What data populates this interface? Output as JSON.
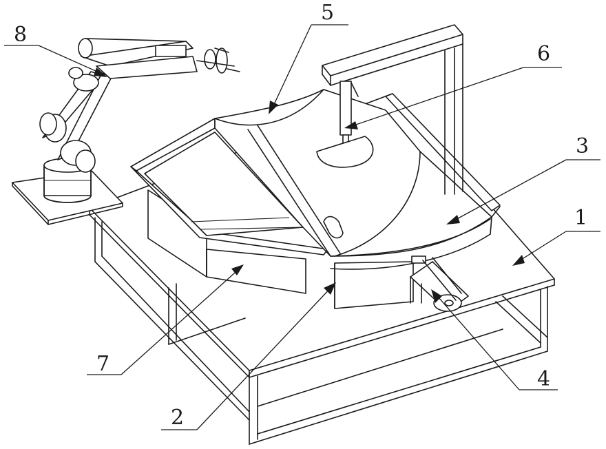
{
  "labels": {
    "l1": "1",
    "l2": "2",
    "l3": "3",
    "l4": "4",
    "l5": "5",
    "l6": "6",
    "l7": "7",
    "l8": "8"
  },
  "colors": {
    "stroke": "#1a1a1a",
    "background": "#ffffff"
  }
}
